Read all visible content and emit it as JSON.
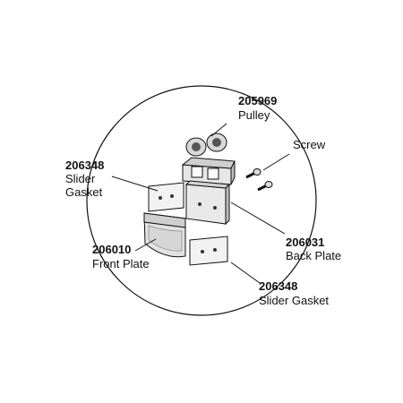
{
  "callouts": {
    "pulley": {
      "number": "205969",
      "label": "Pulley"
    },
    "screw": {
      "label": "Screw"
    },
    "slider_gasket_top": {
      "number": "206348",
      "label_line1": "Slider",
      "label_line2": "Gasket"
    },
    "back_plate": {
      "number": "206031",
      "label": "Back Plate"
    },
    "front_plate": {
      "number": "206010",
      "label": "Front Plate"
    },
    "slider_gasket_bottom": {
      "number": "206348",
      "label": "Slider Gasket"
    }
  },
  "colors": {
    "line": "#111111",
    "part_fill": "#e9e9e9",
    "part_shade": "#bdbdbd",
    "dark": "#555555"
  }
}
